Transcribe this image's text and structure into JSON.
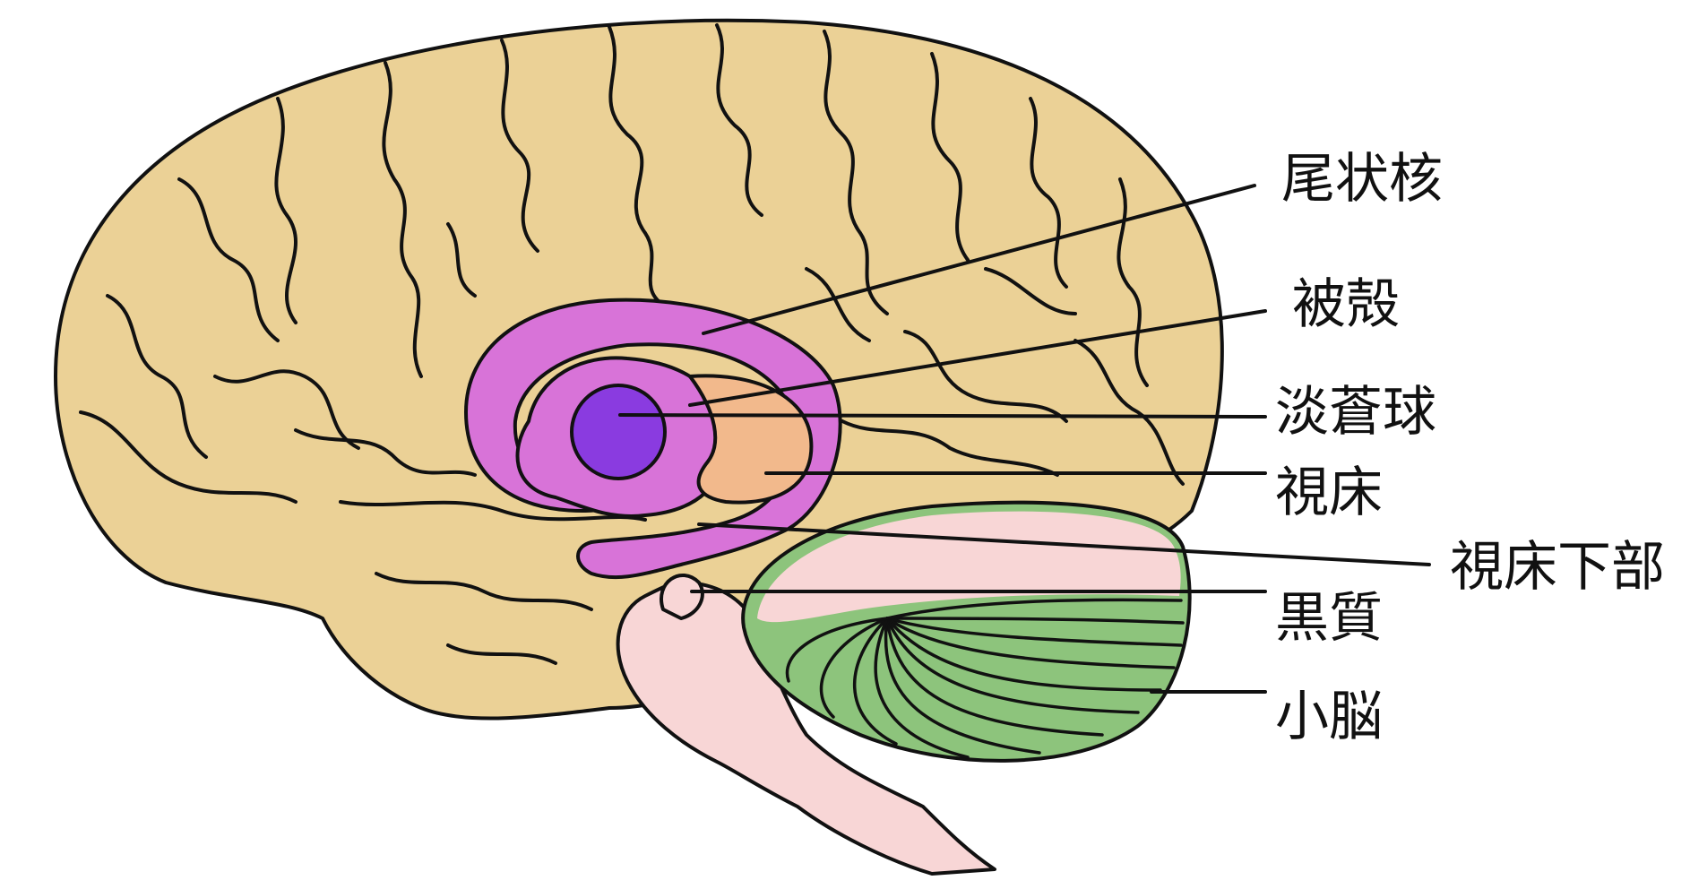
{
  "labels": {
    "caudate": "尾状核",
    "putamen": "被殻",
    "globus_pallidus": "淡蒼球",
    "thalamus": "視床",
    "hypothalamus": "視床下部",
    "substantia_nigra": "黒質",
    "cerebellum": "小脳"
  },
  "colors": {
    "cortex": "#ebd196",
    "caudate": "#d873d8",
    "putamen": "#d873d8",
    "globus_pallidus": "#8a3be0",
    "thalamus": "#f2b98c",
    "brainstem": "#f8d6d6",
    "cerebellum": "#8dc47c",
    "outline": "#111111"
  }
}
